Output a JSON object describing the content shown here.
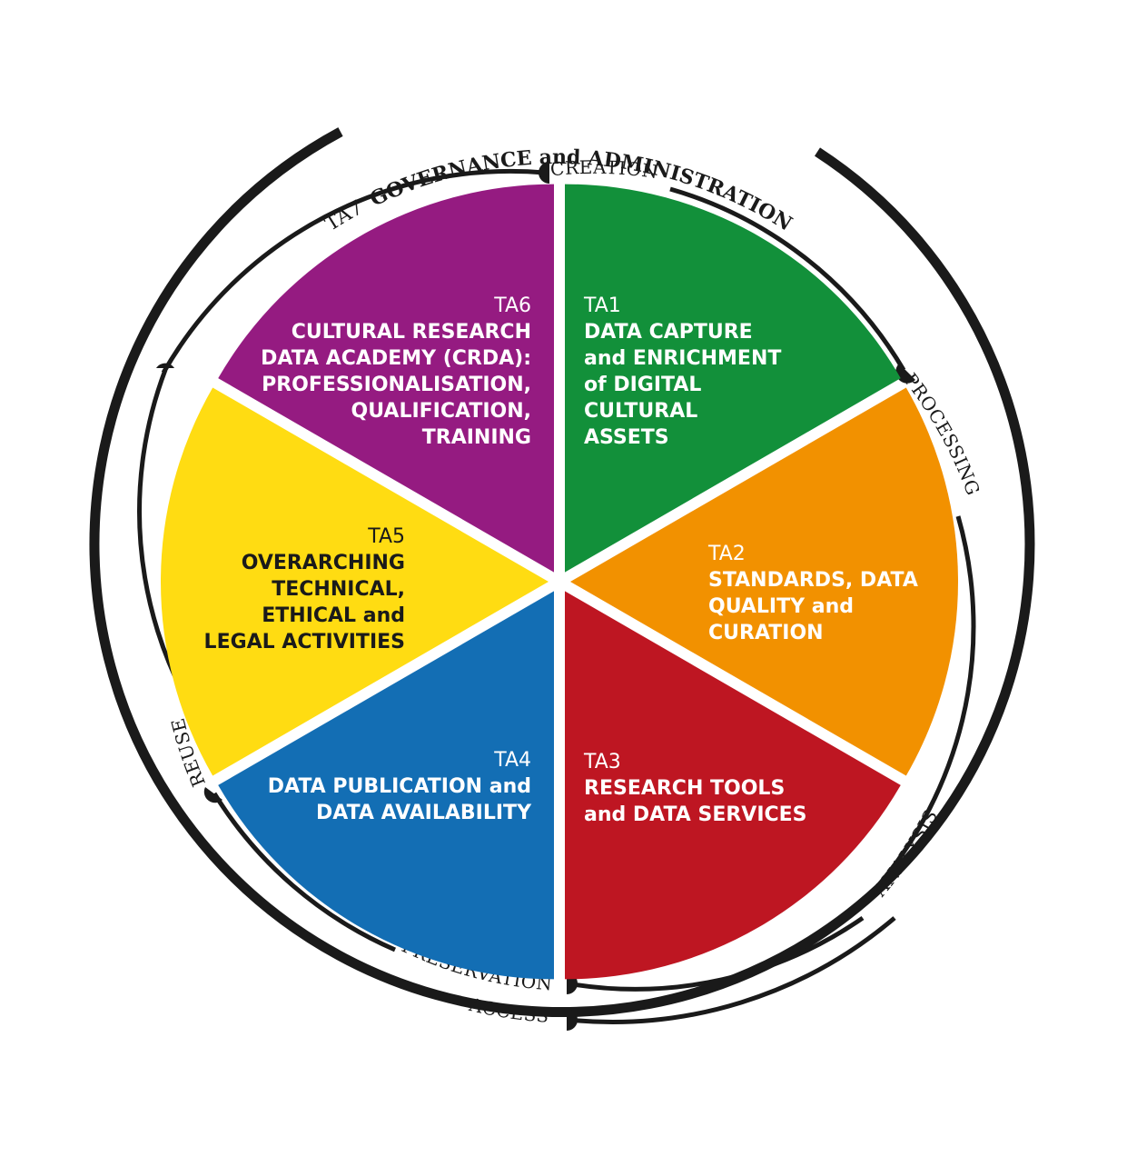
{
  "outer_ring": {
    "code": "TA7",
    "title": "GOVERNANCE and ADMINISTRATION"
  },
  "lifecycle": {
    "creation": "CREATION",
    "processing": "PROCESSING",
    "analysis": "ANALYSIS",
    "preservation": "PRESERVATION",
    "access": "ACCESS",
    "reuse": "REUSE"
  },
  "segments": [
    {
      "id": "ta1",
      "code": "TA1",
      "title_lines": [
        "DATA CAPTURE",
        "and ENRICHMENT",
        "of DIGITAL",
        "CULTURAL",
        "ASSETS"
      ],
      "color": "#12903a",
      "text_color": "#ffffff"
    },
    {
      "id": "ta2",
      "code": "TA2",
      "title_lines": [
        "STANDARDS, DATA",
        "QUALITY and",
        "CURATION"
      ],
      "color": "#f29100",
      "text_color": "#ffffff"
    },
    {
      "id": "ta3",
      "code": "TA3",
      "title_lines": [
        "RESEARCH TOOLS",
        "and DATA SERVICES"
      ],
      "color": "#be1622",
      "text_color": "#ffffff"
    },
    {
      "id": "ta4",
      "code": "TA4",
      "title_lines": [
        "DATA PUBLICATION and",
        "DATA AVAILABILITY"
      ],
      "color": "#136eb4",
      "text_color": "#ffffff"
    },
    {
      "id": "ta5",
      "code": "TA5",
      "title_lines": [
        "OVERARCHING",
        "TECHNICAL,",
        "ETHICAL and",
        "LEGAL ACTIVITIES"
      ],
      "color": "#ffdc12",
      "text_color": "#1a1a1a"
    },
    {
      "id": "ta6",
      "code": "TA6",
      "title_lines": [
        "CULTURAL RESEARCH",
        "DATA ACADEMY (CRDA):",
        "PROFESSIONALISATION,",
        "QUALIFICATION,",
        "TRAINING"
      ],
      "color": "#951b81",
      "text_color": "#ffffff"
    }
  ],
  "colors": {
    "ring": "#1a1a1a",
    "background": "#ffffff"
  }
}
